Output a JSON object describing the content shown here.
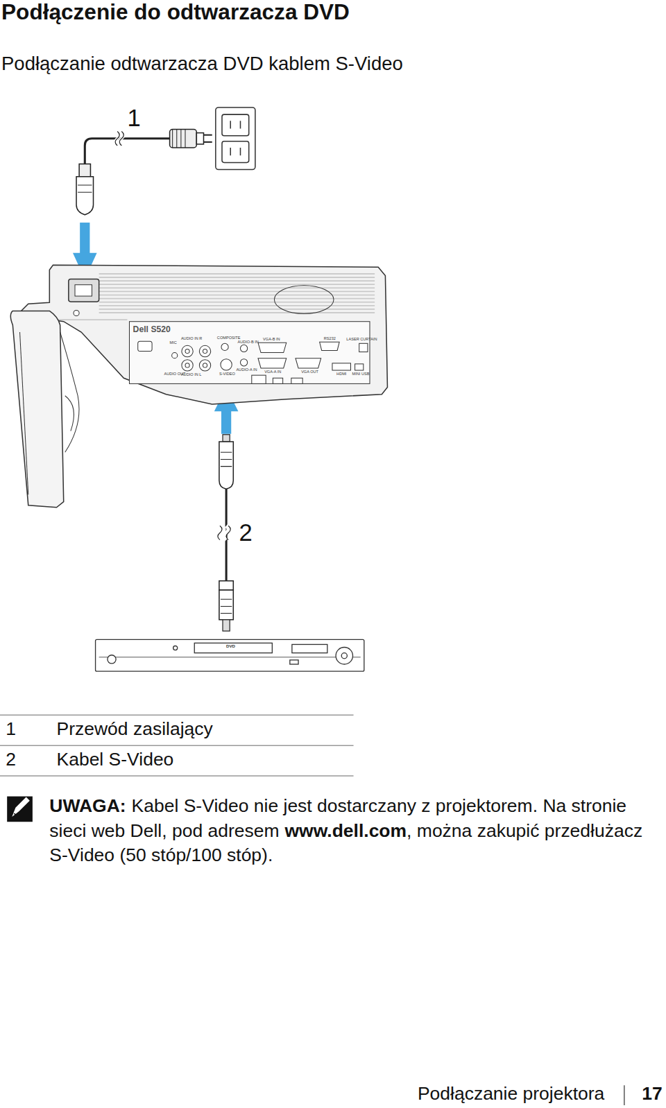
{
  "diagram": {
    "title": "Podłączenie do odtwarzacza DVD",
    "labels": [
      "Podłączanie odtwarzacza DVD kablem S-Video",
      "1",
      "2",
      "Dell S520",
      "MIC",
      "AUDIO IN R",
      "COMPOSITE",
      "AUDIO-B IN",
      "VGA-B IN",
      "RS232",
      "LASER CURTAIN",
      "AUDIO OUT",
      "AUDIO IN L",
      "S-VIDEO",
      "AUDIO-A IN",
      "VGA-A IN",
      "VGA OUT",
      "HDMI",
      "MINI USB",
      "DVD",
      "1",
      "Przewód zasilający",
      "2",
      "Kabel S-Video",
      "UWAGA:",
      "Kabel S-Video nie jest dostarczany z projektorem. Na stronie sieci web Dell, pod adresem",
      "www.dell.com",
      ", można zakupić przedłużacz S-Video (50 stóp/100 stóp).",
      "Podłączanie projektora",
      "17"
    ]
  }
}
